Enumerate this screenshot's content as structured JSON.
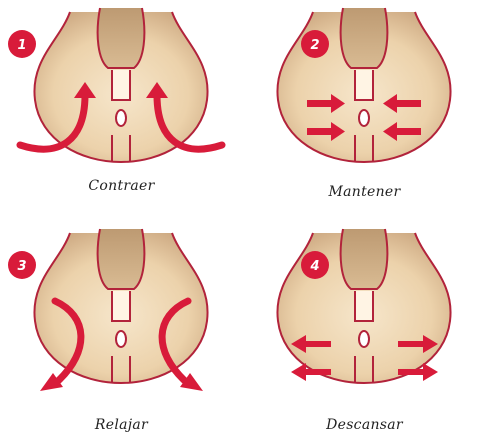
{
  "colors": {
    "accent": "#d81b3a",
    "outline": "#b2233b",
    "body_fill": "#f1dbb9",
    "body_shadow": "#c9a47d",
    "center_shape": "#ccaa82",
    "step_text": "#ffffff",
    "caption_text": "#222222"
  },
  "steps": [
    {
      "number": "1",
      "caption": "Contraer",
      "arrows": "curved-up",
      "icon": "curved-arrow-up-icon"
    },
    {
      "number": "2",
      "caption": "Mantener",
      "arrows": "inward",
      "icon": "arrow-inward-icon"
    },
    {
      "number": "3",
      "caption": "Relajar",
      "arrows": "curved-down",
      "icon": "curved-arrow-down-icon"
    },
    {
      "number": "4",
      "caption": "Descansar",
      "arrows": "outward",
      "icon": "arrow-outward-icon"
    }
  ]
}
